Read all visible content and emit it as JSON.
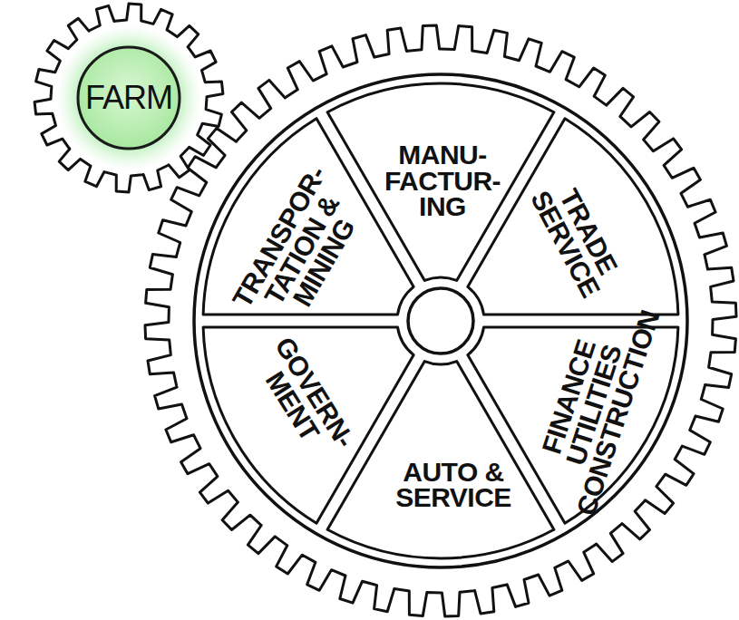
{
  "diagram": {
    "nodes": [
      {
        "text": [
          "FARM"
        ]
      },
      {
        "text": [
          "MANU- FACTUR- ING"
        ]
      },
      {
        "text": [
          "TRADE SERVICE"
        ]
      },
      {
        "text": [
          "FINANCE UTILITIES CONSTRUCTION"
        ]
      },
      {
        "text": [
          "AUTO & SERVICE"
        ]
      },
      {
        "text": [
          "GOVERN- MENT"
        ]
      },
      {
        "text": [
          "TRANSPOR- TATION & MINING"
        ]
      }
    ]
  }
}
